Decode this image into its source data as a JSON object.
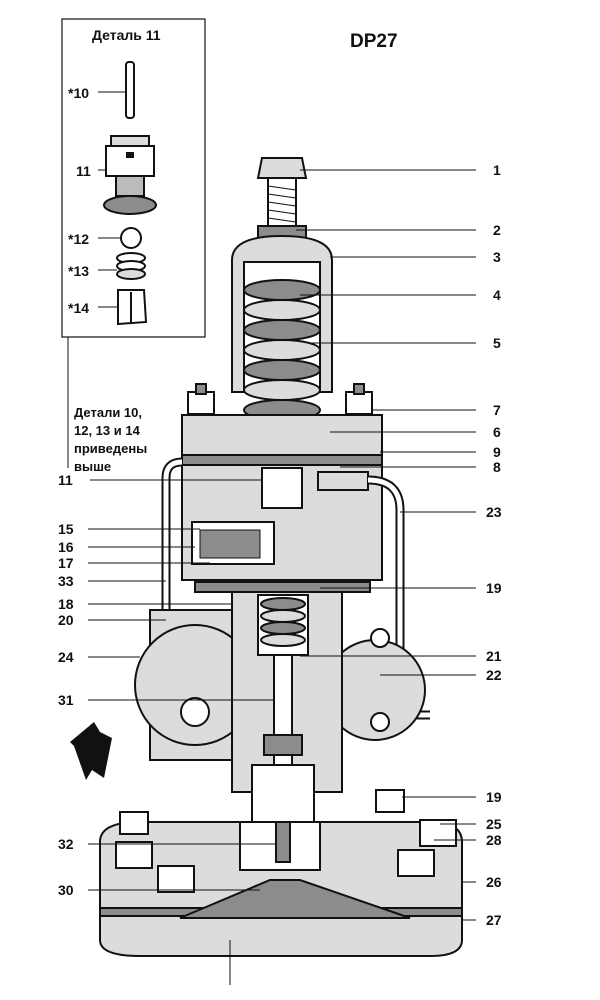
{
  "title": "DP27",
  "inset": {
    "heading": "Деталь 11",
    "labels": [
      "*10",
      "11",
      "*12",
      "*13",
      "*14"
    ]
  },
  "note_lines": [
    "Детали 10,",
    "12, 13 и 14",
    "приведены",
    "выше"
  ],
  "right_callouts": [
    "1",
    "2",
    "3",
    "4",
    "5",
    "7",
    "6",
    "9",
    "8",
    "23",
    "19",
    "21",
    "22",
    "19",
    "25",
    "28",
    "26",
    "27"
  ],
  "left_callouts": [
    "11",
    "15",
    "16",
    "17",
    "33",
    "18",
    "20",
    "24",
    "31",
    "32",
    "30"
  ],
  "colors": {
    "line": "#111111",
    "body": "#dcdcdc",
    "dark": "#8c8c8c",
    "white": "#ffffff"
  }
}
